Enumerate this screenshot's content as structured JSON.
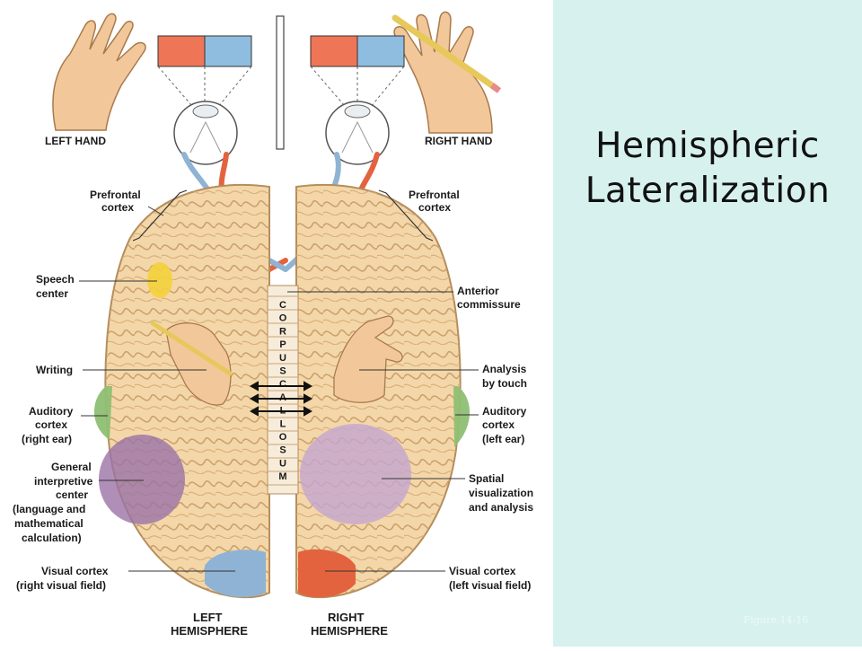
{
  "slide": {
    "title_line1": "Hemispheric",
    "title_line2": "Lateralization",
    "caption": "Figure 14-16"
  },
  "figure": {
    "hands": {
      "left": "LEFT HAND",
      "right": "RIGHT HAND"
    },
    "labels_left": {
      "prefrontal_1": "Prefrontal",
      "prefrontal_2": "cortex",
      "speech_1": "Speech",
      "speech_2": "center",
      "writing": "Writing",
      "auditory_1": "Auditory",
      "auditory_2": "cortex",
      "auditory_3": "(right ear)",
      "general_1": "General",
      "general_2": "interpretive",
      "general_3": "center",
      "general_4": "(language and",
      "general_5": "mathematical",
      "general_6": "calculation)",
      "visual_1": "Visual cortex",
      "visual_2": "(right visual field)"
    },
    "labels_right": {
      "prefrontal_1": "Prefrontal",
      "prefrontal_2": "cortex",
      "anterior_1": "Anterior",
      "anterior_2": "commissure",
      "touch_1": "Analysis",
      "touch_2": "by touch",
      "auditory_1": "Auditory",
      "auditory_2": "cortex",
      "auditory_3": "(left ear)",
      "spatial_1": "Spatial",
      "spatial_2": "visualization",
      "spatial_3": "and analysis",
      "visual_1": "Visual cortex",
      "visual_2": "(left visual field)"
    },
    "hemispheres": {
      "left_1": "LEFT",
      "left_2": "HEMISPHERE",
      "right_1": "RIGHT",
      "right_2": "HEMISPHERE"
    },
    "corpus_callosum_letters": [
      "C",
      "O",
      "R",
      "P",
      "U",
      "S",
      "C",
      "A",
      "L",
      "L",
      "O",
      "S",
      "U",
      "M"
    ]
  },
  "colors": {
    "panel_bg": "#d6f1ee",
    "brain": "#f4d7a8",
    "brain_outline": "#b58d5c",
    "speech_center": "#f4d23a",
    "auditory": "#8fbf73",
    "interpretive": "#9b73a6",
    "spatial": "#c3a6cf",
    "visual_left_field": "#e4633f",
    "visual_right_field": "#8fb3d4",
    "red_square": "#ee7656",
    "blue_square": "#8fbde0"
  }
}
